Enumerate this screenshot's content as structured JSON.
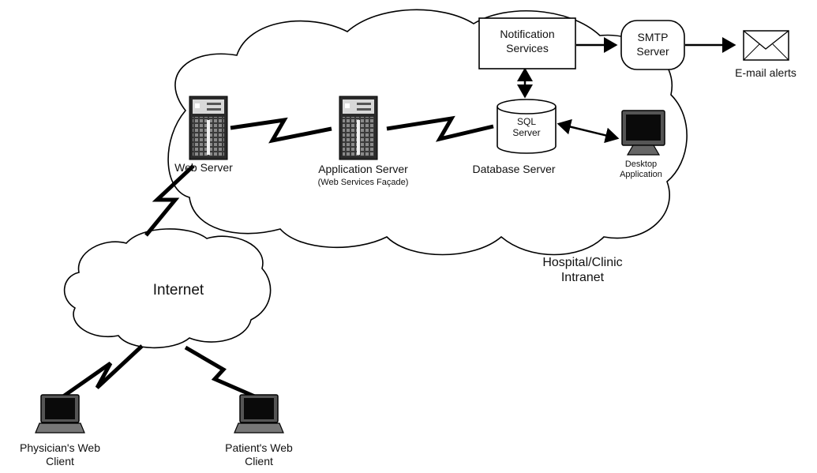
{
  "nodes": {
    "notification": [
      "Notification",
      "Services"
    ],
    "smtp": [
      "SMTP",
      "Server"
    ],
    "email": "E-mail alerts",
    "sql": [
      "SQL",
      "Server"
    ],
    "web_server": "Web Server",
    "app_server": "Application Server",
    "app_server_sub": "(Web Services Façade)",
    "db_server": "Database Server",
    "desktop": [
      "Desktop",
      "Application"
    ],
    "intranet": [
      "Hospital/Clinic",
      "Intranet"
    ],
    "internet": "Internet",
    "physician": [
      "Physician's Web",
      "Client"
    ],
    "patient": [
      "Patient's Web",
      "Client"
    ]
  },
  "icons": [
    "server-icon",
    "database-icon",
    "monitor-icon",
    "laptop-icon",
    "envelope-icon",
    "lightning-link-icon",
    "cloud-icon"
  ],
  "colors": {
    "line": "#000000",
    "cloud_fill": "#ffffff",
    "server_dark": "#2a2a2a",
    "screen": "#0a0a0a"
  }
}
